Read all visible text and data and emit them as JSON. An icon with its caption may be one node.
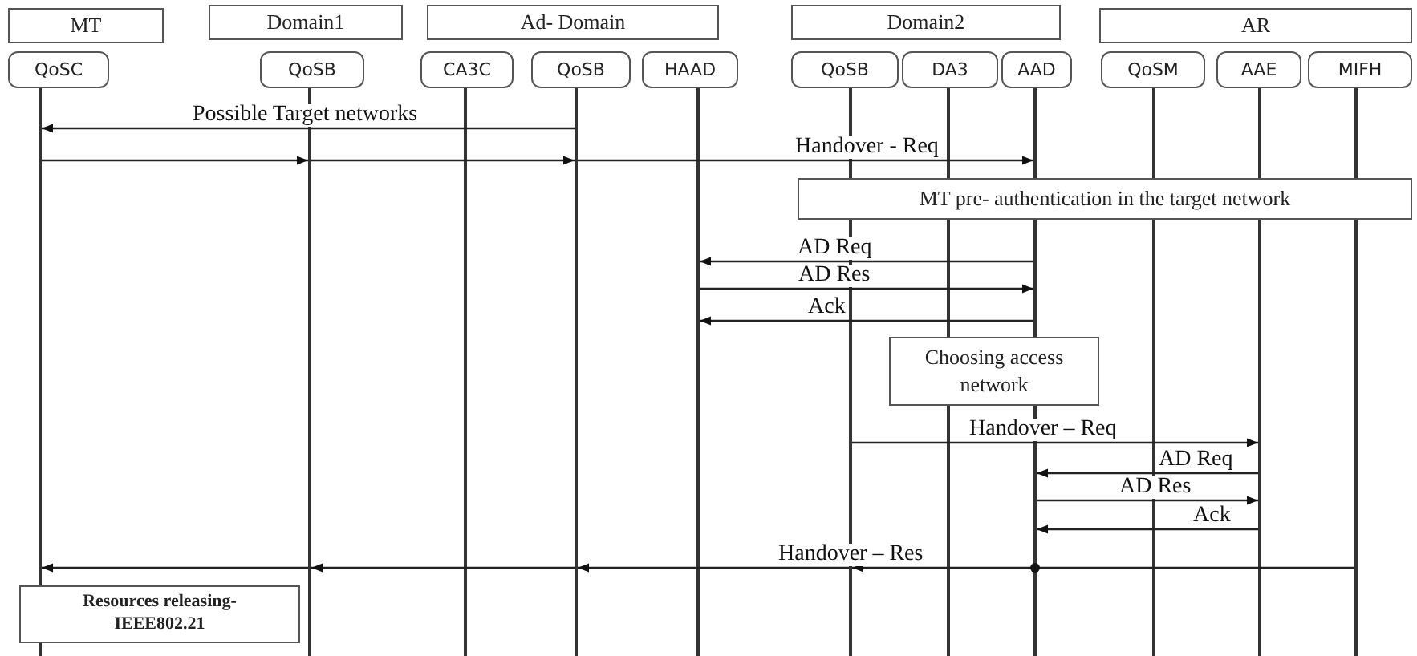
{
  "diagram": {
    "nodes": [
      {
        "text": [
          "MT"
        ]
      },
      {
        "text": [
          "Domain1"
        ]
      },
      {
        "text": [
          "Ad- Domain"
        ]
      },
      {
        "text": [
          "Domain2"
        ]
      },
      {
        "text": [
          "AR"
        ]
      },
      {
        "text": [
          "QoSC"
        ]
      },
      {
        "text": [
          "QoSB"
        ]
      },
      {
        "text": [
          "CA3C"
        ]
      },
      {
        "text": [
          "QoSB"
        ]
      },
      {
        "text": [
          "HAAD"
        ]
      },
      {
        "text": [
          "QoSB"
        ]
      },
      {
        "text": [
          "DA3"
        ]
      },
      {
        "text": [
          "AAD"
        ]
      },
      {
        "text": [
          "QoSM"
        ]
      },
      {
        "text": [
          "AAE"
        ]
      },
      {
        "text": [
          "MIFH"
        ]
      },
      {
        "text": [],
        "shape": "bar"
      },
      {
        "text": [],
        "shape": "bar"
      },
      {
        "text": [],
        "shape": "bar"
      },
      {
        "text": [],
        "shape": "bar"
      },
      {
        "text": [],
        "shape": "bar"
      },
      {
        "text": [],
        "shape": "bar"
      },
      {
        "text": [],
        "shape": "bar"
      },
      {
        "text": [],
        "shape": "bar"
      },
      {
        "text": [],
        "shape": "bar"
      },
      {
        "text": [],
        "shape": "bar"
      },
      {
        "text": [],
        "shape": "bar"
      },
      {
        "text": [
          "MT pre- authentication in the target network"
        ]
      },
      {
        "text": [
          "Choosing access network"
        ]
      },
      {
        "text": [
          "Resources releasing- IEEE802.21"
        ]
      }
    ],
    "edges": [
      {
        "from": 19,
        "to": 16,
        "arrow": "to",
        "label": "Possible Target networks"
      },
      {
        "from": 16,
        "to": 17,
        "arrow": "to"
      },
      {
        "from": 17,
        "to": 19,
        "arrow": "to"
      },
      {
        "from": 19,
        "to": 23,
        "arrow": "to",
        "label": "Handover - Req"
      },
      {
        "from": 23,
        "to": 20,
        "arrow": "to",
        "label": "AD Req"
      },
      {
        "from": 20,
        "to": 23,
        "arrow": "to",
        "label": "AD Res"
      },
      {
        "from": 23,
        "to": 20,
        "arrow": "to",
        "label": "Ack"
      },
      {
        "from": 21,
        "to": 25,
        "arrow": "to",
        "label": "Handover – Req"
      },
      {
        "from": 25,
        "to": 23,
        "arrow": "to",
        "label": "AD Req"
      },
      {
        "from": 23,
        "to": 25,
        "arrow": "to",
        "label": "AD Res"
      },
      {
        "from": 25,
        "to": 23,
        "arrow": "to",
        "label": "Ack"
      },
      {
        "from": 26,
        "to": 21,
        "arrow": "to",
        "label": "Handover – Res"
      },
      {
        "from": 21,
        "to": 19,
        "arrow": "to"
      },
      {
        "from": 19,
        "to": 17,
        "arrow": "to"
      },
      {
        "from": 17,
        "to": 16,
        "arrow": "to"
      }
    ]
  }
}
